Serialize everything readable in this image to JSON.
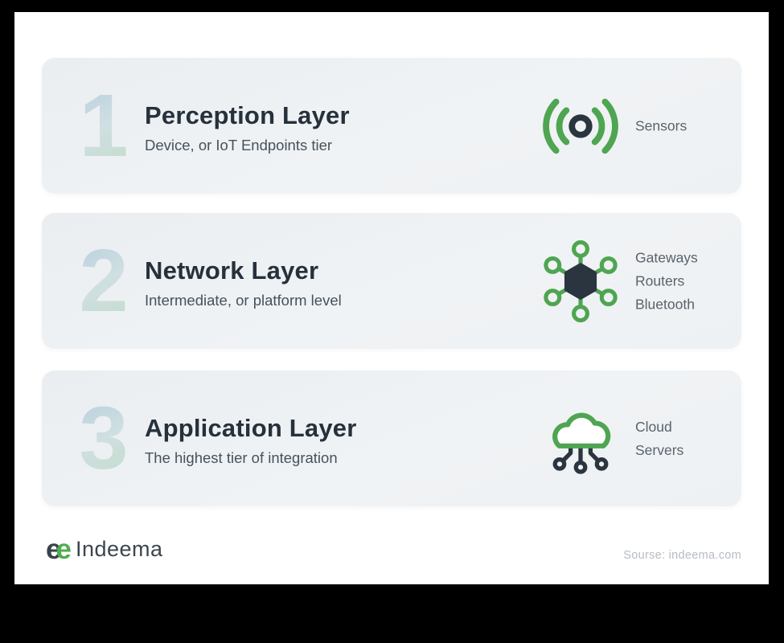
{
  "rows": [
    {
      "number": "1",
      "title": "Perception Layer",
      "subtitle": "Device, or IoT Endpoints tier",
      "icon": "signal-sensor-icon",
      "labels": [
        "Sensors"
      ]
    },
    {
      "number": "2",
      "title": "Network Layer",
      "subtitle": "Intermediate, or platform level",
      "icon": "network-hub-icon",
      "labels": [
        "Gateways",
        "Routers",
        "Bluetooth"
      ]
    },
    {
      "number": "3",
      "title": "Application Layer",
      "subtitle": "The highest tier of integration",
      "icon": "cloud-network-icon",
      "labels": [
        "Cloud",
        "Servers"
      ]
    }
  ],
  "footer": {
    "logo_mark_dark": "e",
    "logo_mark_green": "e",
    "logo_text": "Indeema",
    "source": "Sourse: indeema.com"
  },
  "colors": {
    "accent_green": "#4fa551",
    "icon_dark": "#2b3540",
    "title_text": "#26313c",
    "subtitle_text": "#46525c",
    "label_text": "#59636c",
    "number_gradient_start": "#b9d0df",
    "number_gradient_end": "#c2ddc6",
    "card_background": "#eef1f3",
    "source_text": "#b6bcc3",
    "frame": "#000000",
    "canvas": "#ffffff"
  }
}
